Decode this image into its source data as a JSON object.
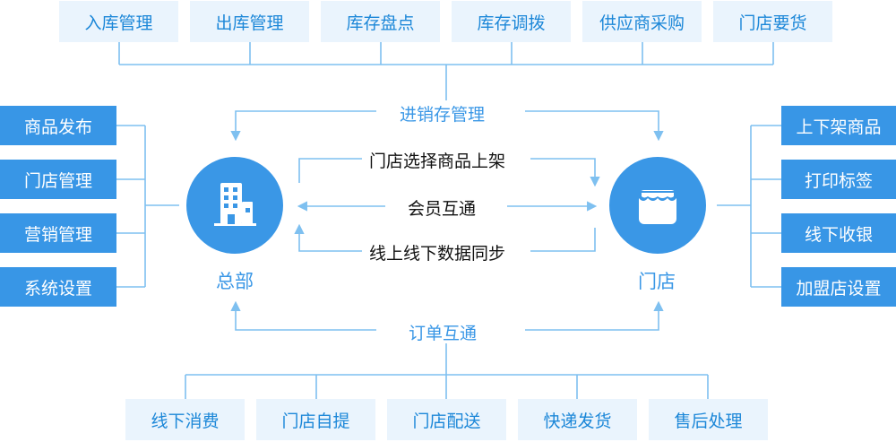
{
  "top_modules": [
    "入库管理",
    "出库管理",
    "库存盘点",
    "库存调拨",
    "供应商采购",
    "门店要货"
  ],
  "top_center_label": "进销存管理",
  "left_modules": [
    "商品发布",
    "门店管理",
    "营销管理",
    "系统设置"
  ],
  "right_modules": [
    "上下架商品",
    "打印标签",
    "线下收银",
    "加盟店设置"
  ],
  "headquarters_label": "总部",
  "store_label": "门店",
  "middle_flows": [
    "门店选择商品上架",
    "会员互通",
    "线上线下数据同步"
  ],
  "bottom_center_label": "订单互通",
  "bottom_modules": [
    "线下消费",
    "门店自提",
    "门店配送",
    "快递发货",
    "售后处理"
  ],
  "colors": {
    "line": "#7ec0f0",
    "accent": "#3a97e6",
    "light_box_bg": "#eaf4fd",
    "light_box_text": "#1c87d8",
    "dark_box_bg": "#3896e6"
  },
  "icons": {
    "headquarters": "office-building-icon",
    "store": "storefront-icon"
  }
}
